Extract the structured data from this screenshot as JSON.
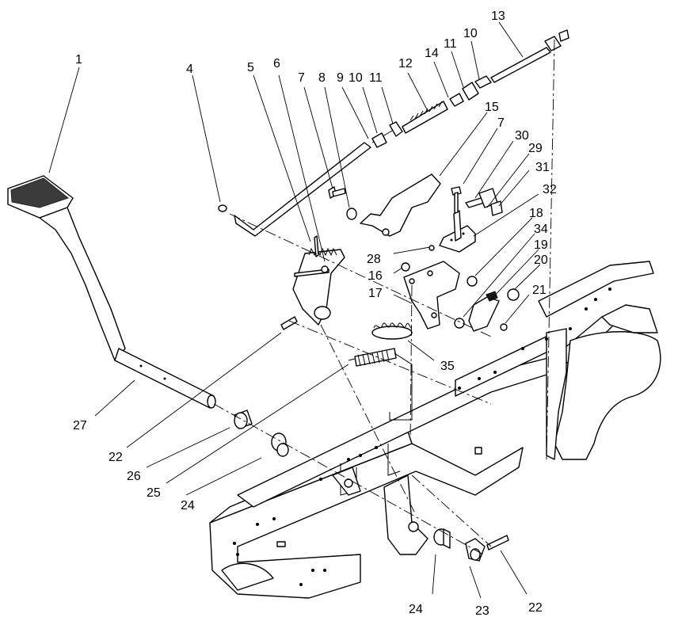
{
  "callouts": [
    {
      "id": "c1",
      "label": "1"
    },
    {
      "id": "c4",
      "label": "4"
    },
    {
      "id": "c5",
      "label": "5"
    },
    {
      "id": "c6",
      "label": "6"
    },
    {
      "id": "c7a",
      "label": "7"
    },
    {
      "id": "c8",
      "label": "8"
    },
    {
      "id": "c9",
      "label": "9"
    },
    {
      "id": "c10a",
      "label": "10"
    },
    {
      "id": "c11a",
      "label": "11"
    },
    {
      "id": "c12",
      "label": "12"
    },
    {
      "id": "c14",
      "label": "14"
    },
    {
      "id": "c11b",
      "label": "11"
    },
    {
      "id": "c10b",
      "label": "10"
    },
    {
      "id": "c13",
      "label": "13"
    },
    {
      "id": "c15",
      "label": "15"
    },
    {
      "id": "c7b",
      "label": "7"
    },
    {
      "id": "c30",
      "label": "30"
    },
    {
      "id": "c29",
      "label": "29"
    },
    {
      "id": "c31",
      "label": "31"
    },
    {
      "id": "c32",
      "label": "32"
    },
    {
      "id": "c18",
      "label": "18"
    },
    {
      "id": "c34",
      "label": "34"
    },
    {
      "id": "c19",
      "label": "19"
    },
    {
      "id": "c20",
      "label": "20"
    },
    {
      "id": "c21",
      "label": "21"
    },
    {
      "id": "c28",
      "label": "28"
    },
    {
      "id": "c16",
      "label": "16"
    },
    {
      "id": "c17",
      "label": "17"
    },
    {
      "id": "c35",
      "label": "35"
    },
    {
      "id": "c27",
      "label": "27"
    },
    {
      "id": "c22a",
      "label": "22"
    },
    {
      "id": "c26",
      "label": "26"
    },
    {
      "id": "c25",
      "label": "25"
    },
    {
      "id": "c24a",
      "label": "24"
    },
    {
      "id": "c24b",
      "label": "24"
    },
    {
      "id": "c23",
      "label": "23"
    },
    {
      "id": "c22b",
      "label": "22"
    }
  ]
}
